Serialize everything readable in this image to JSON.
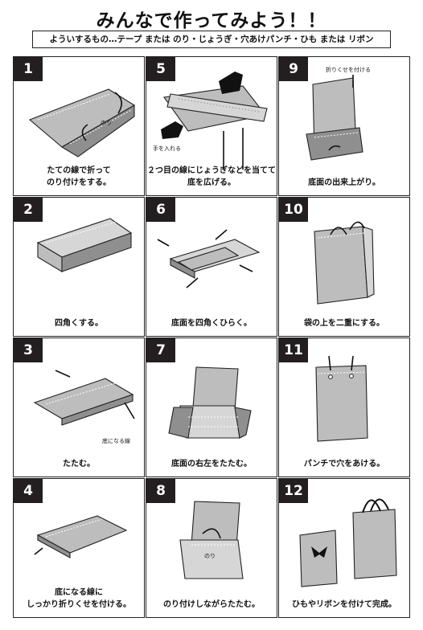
{
  "title": "みんなで作ってみよう！！",
  "supplies": "よういするもの…テープ または のり・じょうぎ・穴あけパンチ・ひも または リボン",
  "panels": [
    {
      "num": "1",
      "lines": [
        "たての線で折って",
        "のり付けをする。"
      ],
      "label": "のり"
    },
    {
      "num": "5",
      "lines": [
        "２つ目の線にじょうぎなどを当てて",
        "底を広げる。"
      ],
      "label": "手を入れる"
    },
    {
      "num": "9",
      "lines": [
        "底面の出来上がり。"
      ],
      "label": "折りくせを付ける"
    },
    {
      "num": "2",
      "lines": [
        "四角くする。"
      ]
    },
    {
      "num": "6",
      "lines": [
        "底面を四角くひらく。"
      ]
    },
    {
      "num": "10",
      "lines": [
        "袋の上を二重にする。"
      ]
    },
    {
      "num": "3",
      "lines": [
        "たたむ。"
      ],
      "label": "底になる線"
    },
    {
      "num": "7",
      "lines": [
        "底面の右左をたたむ。"
      ]
    },
    {
      "num": "11",
      "lines": [
        "パンチで穴をあける。"
      ]
    },
    {
      "num": "4",
      "lines": [
        "底になる線に",
        "しっかり折りくせを付ける。"
      ]
    },
    {
      "num": "8",
      "lines": [
        "のり付けしながらたたむ。"
      ],
      "label": "のり"
    },
    {
      "num": "12",
      "lines": [
        "ひもやリボンを付けて完成。"
      ]
    }
  ]
}
